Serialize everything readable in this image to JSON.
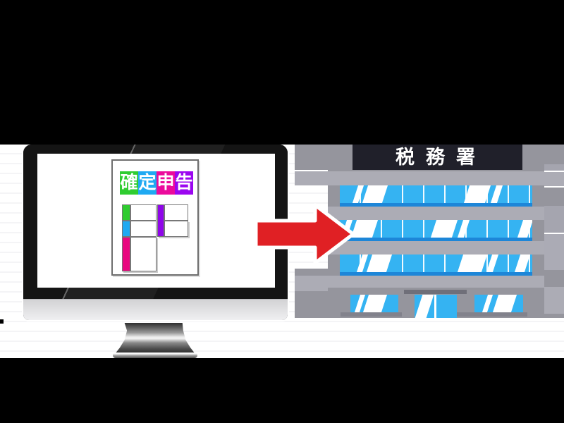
{
  "illustration": {
    "left_icon": "desktop-monitor-icon",
    "arrow": {
      "icon": "right-arrow-icon",
      "color": "#E02024"
    },
    "right_icon": "tax-office-building-icon"
  },
  "monitor_document": {
    "title": "確定申告",
    "title_tiles": [
      {
        "char": "確",
        "color": "#2FCC30"
      },
      {
        "char": "定",
        "color": "#1FA9F2"
      },
      {
        "char": "申",
        "color": "#EB0A9C"
      },
      {
        "char": "告",
        "color": "#9B06F0"
      }
    ],
    "form_cells": {
      "green": "#2FCC30",
      "blue": "#1FA9F2",
      "magenta": "#E9077F",
      "purple": "#8F05E9"
    }
  },
  "building": {
    "sign": {
      "text": "税務署",
      "bg": "#20202A",
      "text_color": "#FFFFFF"
    },
    "wall_color": "#95959D",
    "slab_color": "#ACACB5",
    "window_color": "#35B3F2",
    "window_frame_dark": "#1D86D8",
    "entrance": {
      "door_color": "#35B3F2",
      "awning_color": "#6F6F79"
    }
  }
}
